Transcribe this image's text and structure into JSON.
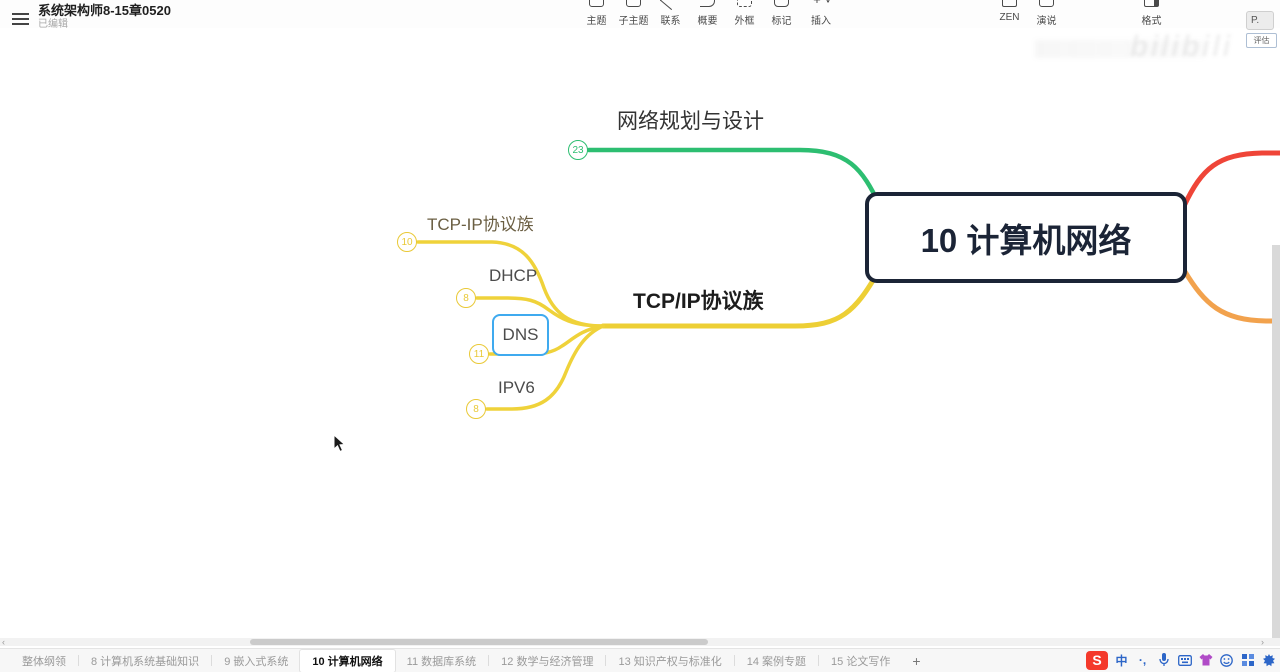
{
  "window": {
    "title": "系统架构师8-15章0520",
    "status": "已编辑"
  },
  "toolbar": {
    "tools": [
      {
        "label": "主题"
      },
      {
        "label": "子主题"
      },
      {
        "label": "联系"
      },
      {
        "label": "概要"
      },
      {
        "label": "外框"
      },
      {
        "label": "标记"
      },
      {
        "label": "插入"
      }
    ],
    "right_tools": [
      {
        "label": "ZEN"
      },
      {
        "label": "演说"
      },
      {
        "label": "格式"
      }
    ]
  },
  "overlay": {
    "badge": "P.",
    "tooltip": "评估"
  },
  "watermark": "bilibili",
  "mindmap": {
    "root": "10 计算机网络",
    "colors": {
      "green": "#2DBE71",
      "red": "#EF4538",
      "yellow": "#EDCF35",
      "orange": "#F2A24D",
      "selection": "#3FAAEF",
      "node_border": "#1B2436"
    },
    "branch_top": {
      "label": "网络规划与设计",
      "count": "23"
    },
    "branch_main": {
      "label": "TCP/IP协议族"
    },
    "subtopics": [
      {
        "label": "TCP-IP协议族",
        "count": "10"
      },
      {
        "label": "DHCP",
        "count": "8"
      },
      {
        "label": "DNS",
        "count": "11"
      },
      {
        "label": "IPV6",
        "count": "8"
      }
    ]
  },
  "sheet_bar": {
    "tabs": [
      "整体纲领",
      "8 计算机系统基础知识",
      "9 嵌入式系统",
      "10 计算机网络",
      "11 数据库系统",
      "12 数学与经济管理",
      "13 知识产权与标准化",
      "14 案例专题",
      "15 论文写作"
    ],
    "add": "+"
  },
  "ime": {
    "logo": "S",
    "lang": "中",
    "punct": "·,"
  }
}
